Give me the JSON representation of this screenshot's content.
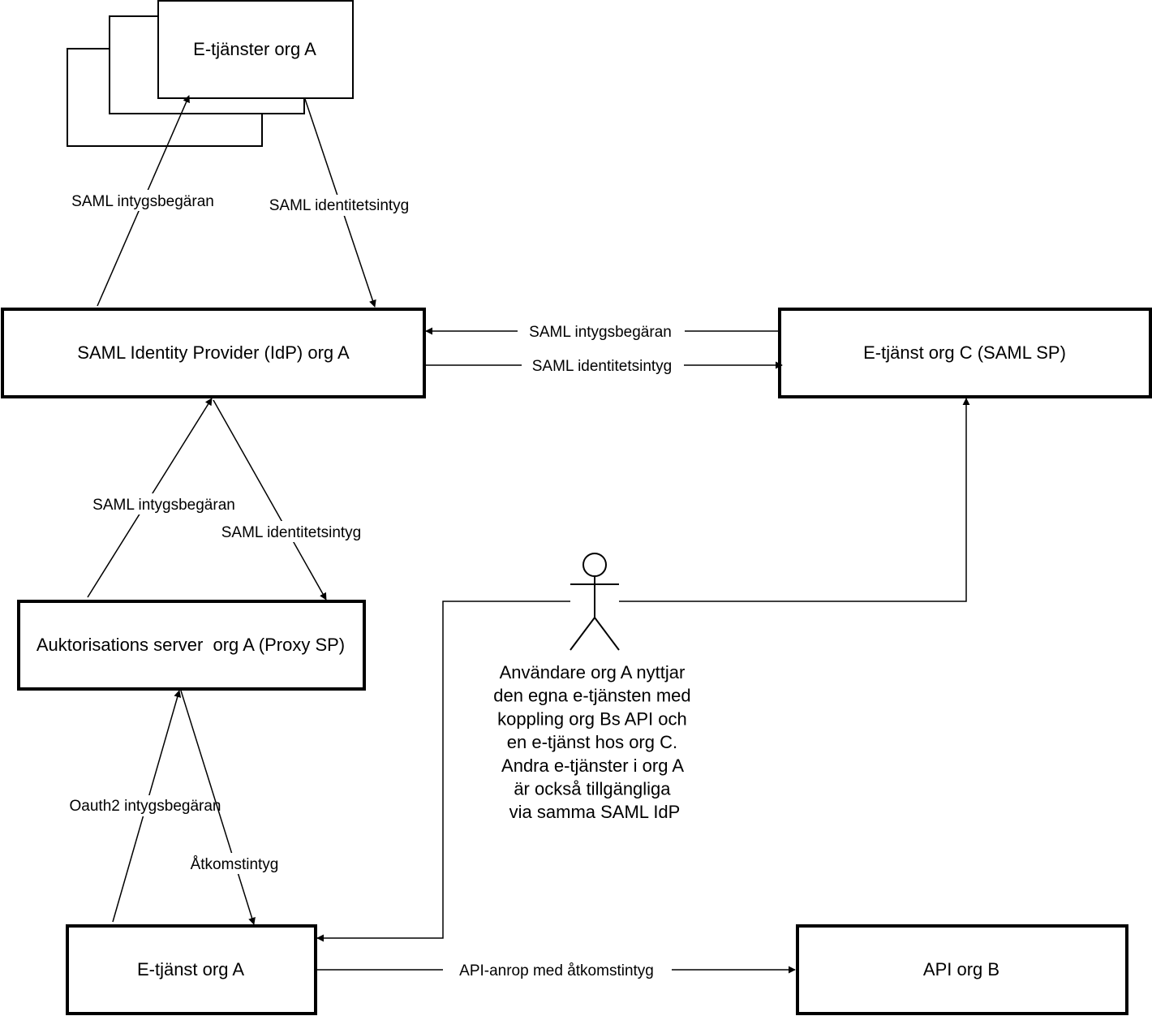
{
  "nodes": {
    "etjanster_org_a": "E-tjänster org A",
    "saml_idp": "SAML Identity Provider (IdP) org A",
    "etjanst_org_c": "E-tjänst org C (SAML SP)",
    "auth_server": "Auktorisations server  org A (Proxy SP)",
    "etjanst_org_a": "E-tjänst org A",
    "api_org_b": "API org B"
  },
  "edges": {
    "idp_to_etjanster_request": "SAML intygsbegäran",
    "etjanster_to_idp_assertion": "SAML identitetsintyg",
    "orgc_to_idp_request": "SAML intygsbegäran",
    "idp_to_orgc_assertion": "SAML identitetsintyg",
    "auth_to_idp_request": "SAML intygsbegäran",
    "idp_to_auth_assertion": "SAML identitetsintyg",
    "etjanst_to_auth_request": "Oauth2 intygsbegäran",
    "auth_to_etjanst_token": "Åtkomstintyg",
    "etjanst_to_api_call": "API-anrop med åtkomstintyg"
  },
  "actor": {
    "caption_lines": [
      "Användare org A nyttjar",
      "den egna e-tjänsten med",
      "koppling org Bs API och",
      "en e-tjänst hos org C.",
      "Andra e-tjänster i org A",
      "är också tillgängliga",
      "via samma SAML IdP"
    ]
  }
}
